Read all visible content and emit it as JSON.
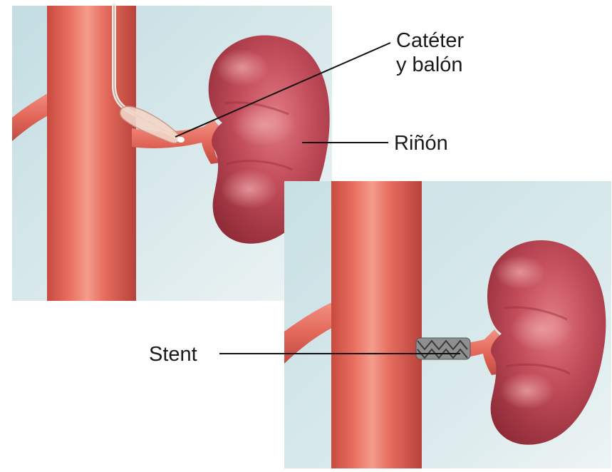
{
  "labels": {
    "catheter_line1": "Catéter",
    "catheter_line2": "y balón",
    "kidney": "Riñón",
    "stent": "Stent"
  },
  "colors": {
    "background_panel": "#cfe3e6",
    "artery": "#e46d5f",
    "kidney": "#b8424f",
    "leader_line": "#111111"
  }
}
